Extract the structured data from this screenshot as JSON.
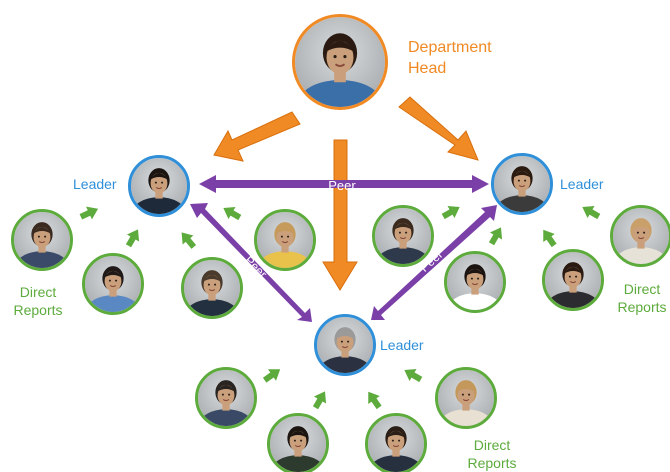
{
  "colors": {
    "orange": "#f08a24",
    "orange_dark": "#d86f0d",
    "blue": "#2f8fd8",
    "green": "#5dab3c",
    "purple": "#7b3fa8",
    "purple_text": "#ffffff",
    "skin": "#caa07c",
    "bg_grey": "#b9bcbf"
  },
  "labels": {
    "department_head": [
      "Department",
      "Head"
    ],
    "leader": "Leader",
    "peer": "Peer",
    "direct_reports": [
      "Direct",
      "Reports"
    ]
  },
  "people": {
    "head": {
      "role": "department-head",
      "ring": "orange",
      "shirt": "#3a6fa8",
      "hair": "#2a1a12"
    },
    "leaders": [
      {
        "id": "left",
        "ring": "blue",
        "shirt": "#1e2a3a",
        "hair": "#1b1410"
      },
      {
        "id": "right",
        "ring": "blue",
        "shirt": "#3b3b3b",
        "hair": "#2a1a10"
      },
      {
        "id": "center",
        "ring": "blue",
        "shirt": "#2b3140",
        "hair": "#9a9a9a"
      }
    ],
    "reports_left": [
      {
        "shirt": "#3b4a68",
        "hair": "#3a2a20"
      },
      {
        "shirt": "#5a88c2",
        "hair": "#1f1a18"
      },
      {
        "shirt": "#23303f",
        "hair": "#4a3a2c"
      },
      {
        "shirt": "#e8c24b",
        "hair": "#c59a5a"
      }
    ],
    "reports_right": [
      {
        "shirt": "#2e3a4c",
        "hair": "#3a2a1e"
      },
      {
        "shirt": "#ffffff",
        "hair": "#1b1410"
      },
      {
        "shirt": "#2b2b30",
        "hair": "#2a1a12"
      },
      {
        "shirt": "#e7e2d8",
        "hair": "#c9a06a"
      }
    ],
    "reports_bottom": [
      {
        "shirt": "#3a4a66",
        "hair": "#2a2420"
      },
      {
        "shirt": "#2d3a2e",
        "hair": "#1b1410"
      },
      {
        "shirt": "#26303f",
        "hair": "#2a1e16"
      },
      {
        "shirt": "#e8e0d2",
        "hair": "#c3985a"
      }
    ]
  }
}
